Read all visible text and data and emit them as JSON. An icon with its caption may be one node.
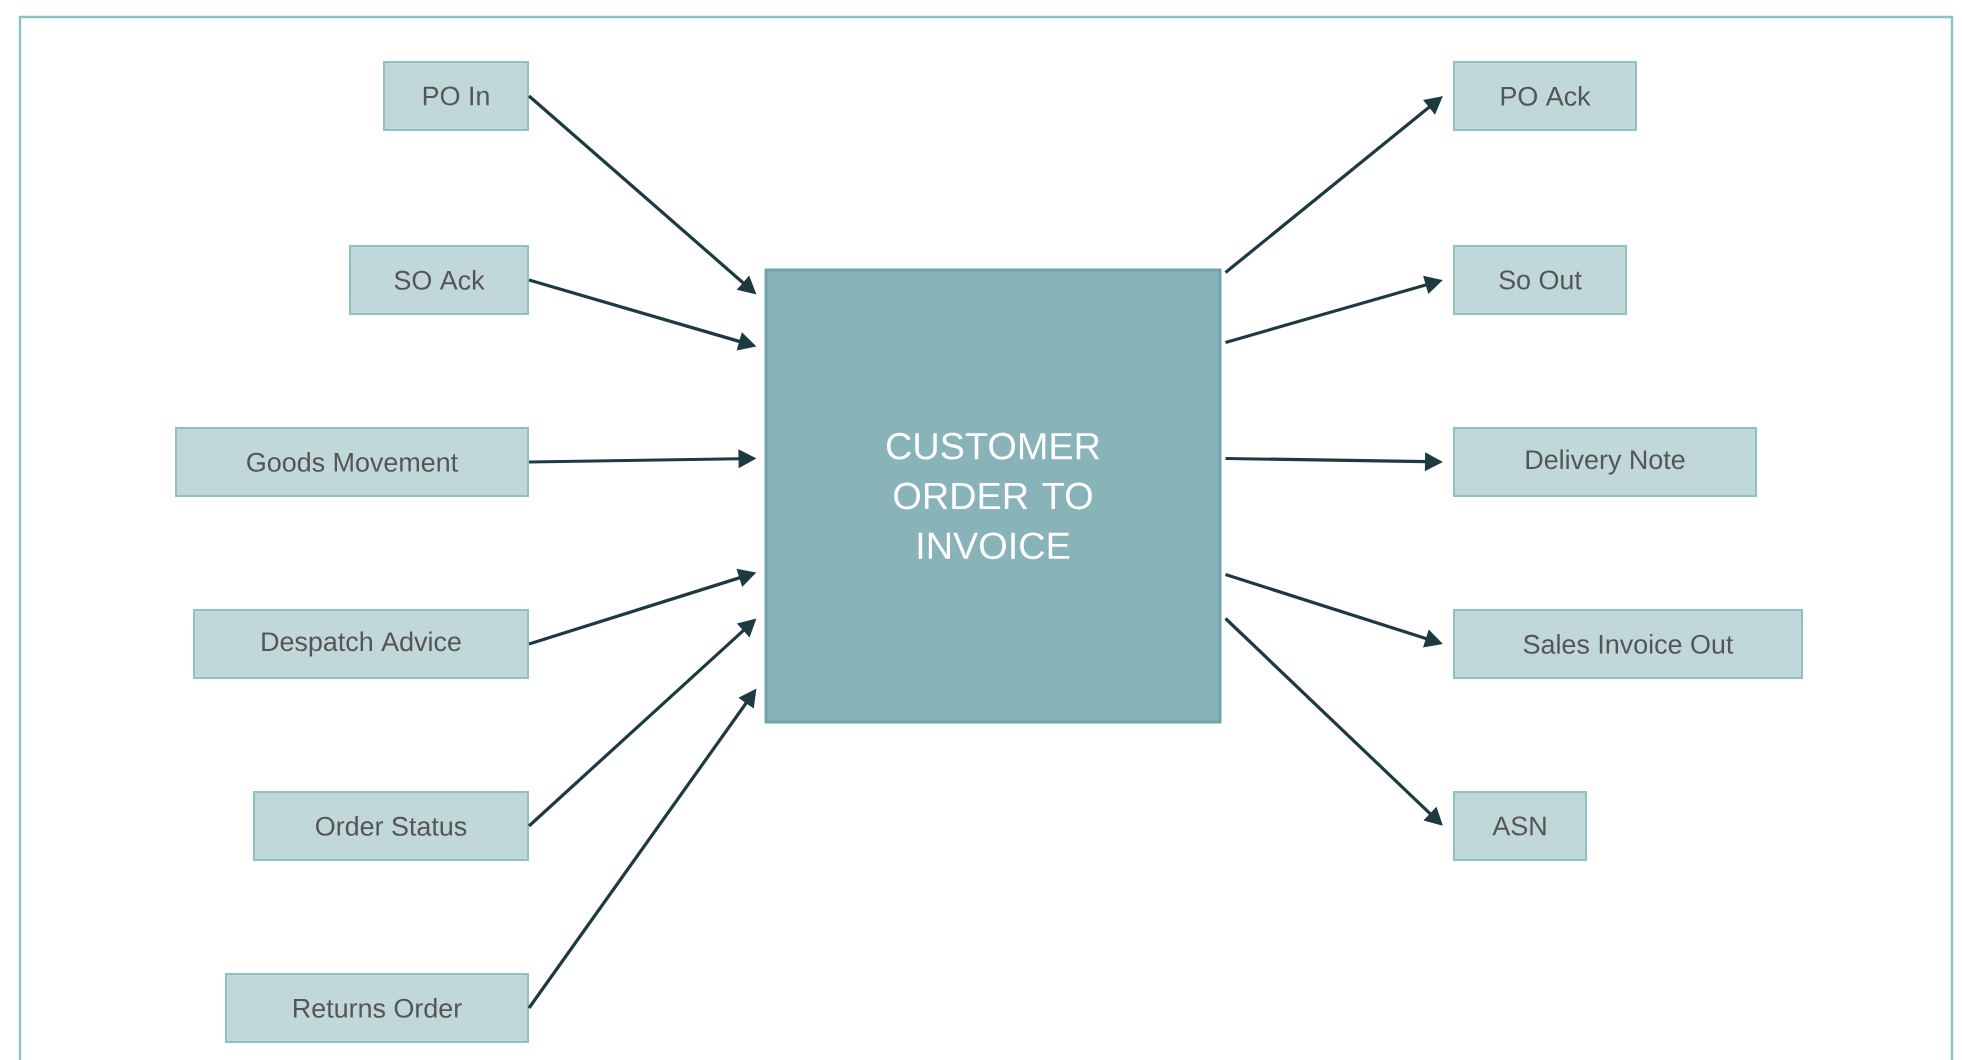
{
  "diagram": {
    "nodes": [
      {
        "text": [
          "CUSTOMER ORDER TO INVOICE"
        ]
      },
      {
        "text": [
          "PO In"
        ]
      },
      {
        "text": [
          "SO Ack"
        ]
      },
      {
        "text": [
          "Goods Movement"
        ]
      },
      {
        "text": [
          "Despatch Advice"
        ]
      },
      {
        "text": [
          "Order Status"
        ]
      },
      {
        "text": [
          "Returns Order"
        ]
      },
      {
        "text": [
          "PO Ack"
        ]
      },
      {
        "text": [
          "So Out"
        ]
      },
      {
        "text": [
          "Delivery Note"
        ]
      },
      {
        "text": [
          "Sales Invoice Out"
        ]
      },
      {
        "text": [
          "ASN"
        ]
      }
    ],
    "edges": [
      {
        "from": 1,
        "to": 0,
        "arrow": "to"
      },
      {
        "from": 2,
        "to": 0,
        "arrow": "to"
      },
      {
        "from": 3,
        "to": 0,
        "arrow": "to"
      },
      {
        "from": 4,
        "to": 0,
        "arrow": "to"
      },
      {
        "from": 5,
        "to": 0,
        "arrow": "to"
      },
      {
        "from": 6,
        "to": 0,
        "arrow": "to"
      },
      {
        "from": 0,
        "to": 7,
        "arrow": "to"
      },
      {
        "from": 0,
        "to": 8,
        "arrow": "to"
      },
      {
        "from": 0,
        "to": 9,
        "arrow": "to"
      },
      {
        "from": 0,
        "to": 10,
        "arrow": "to"
      },
      {
        "from": 0,
        "to": 11,
        "arrow": "to"
      }
    ]
  }
}
